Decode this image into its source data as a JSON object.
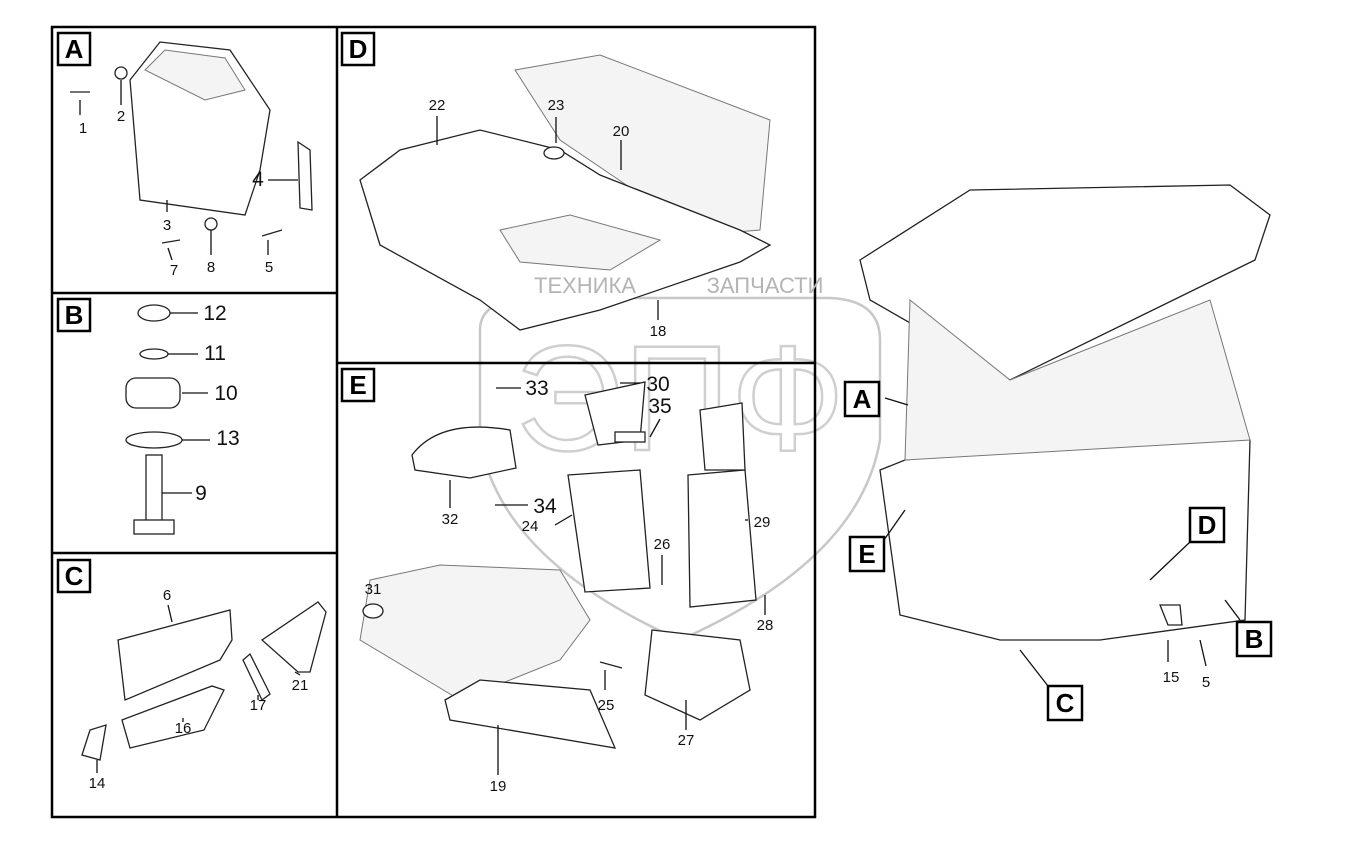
{
  "diagram": {
    "panels": [
      {
        "letter": "A",
        "callouts": [
          "1",
          "2",
          "3",
          "4",
          "7",
          "8",
          "5"
        ]
      },
      {
        "letter": "B",
        "callouts": [
          "12",
          "11",
          "10",
          "13",
          "9"
        ]
      },
      {
        "letter": "C",
        "callouts": [
          "6",
          "21",
          "17",
          "16",
          "14"
        ]
      },
      {
        "letter": "D",
        "callouts": [
          "22",
          "23",
          "20",
          "18"
        ]
      },
      {
        "letter": "E",
        "callouts": [
          "33",
          "30",
          "35",
          "32",
          "34",
          "24",
          "29",
          "26",
          "28",
          "31",
          "25",
          "27",
          "19"
        ]
      }
    ],
    "overview": {
      "labels": [
        "A",
        "E",
        "D",
        "B",
        "C"
      ],
      "callouts": [
        "15",
        "5"
      ]
    },
    "watermark": {
      "logo": "ЭПФ",
      "left_text": "ТЕХНИКА",
      "right_text": "ЗАПЧАСТИ"
    }
  }
}
